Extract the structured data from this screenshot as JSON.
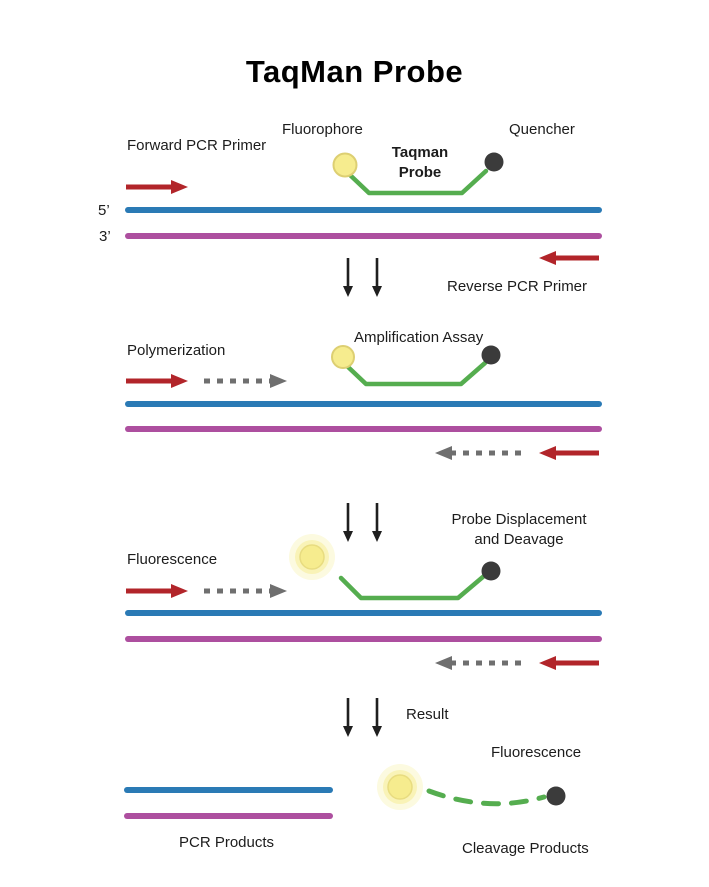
{
  "title": "TaqMan Probe",
  "stage1": {
    "forward_primer": "Forward PCR Primer",
    "fluorophore": "Fluorophore",
    "quencher": "Quencher",
    "probe": "Taqman Probe",
    "strand_5": "5’",
    "strand_3": "3’",
    "reverse_primer": "Reverse PCR Primer"
  },
  "stage2": {
    "polymerization": "Polymerization",
    "amplification_assay": "Amplification Assay"
  },
  "stage3": {
    "probe_displacement": "Probe Displacement and Deavage",
    "fluorescence": "Fluorescence"
  },
  "stage4": {
    "result": "Result",
    "fluorescence": "Fluorescence",
    "pcr_products": "PCR Products",
    "cleavage_products": "Cleavage Products"
  },
  "colors": {
    "template_strand": "#2a7ab5",
    "complement_strand": "#ad4f9f",
    "primer": "#b2252a",
    "probe_linker": "#55ad4f",
    "fluorophore_fill": "#f6ec8e",
    "fluorophore_edge": "#ddcf72",
    "quencher": "#3b3b3b",
    "synthesis_arrow": "#6f6f6f",
    "step_arrow": "#1f1f1f"
  }
}
